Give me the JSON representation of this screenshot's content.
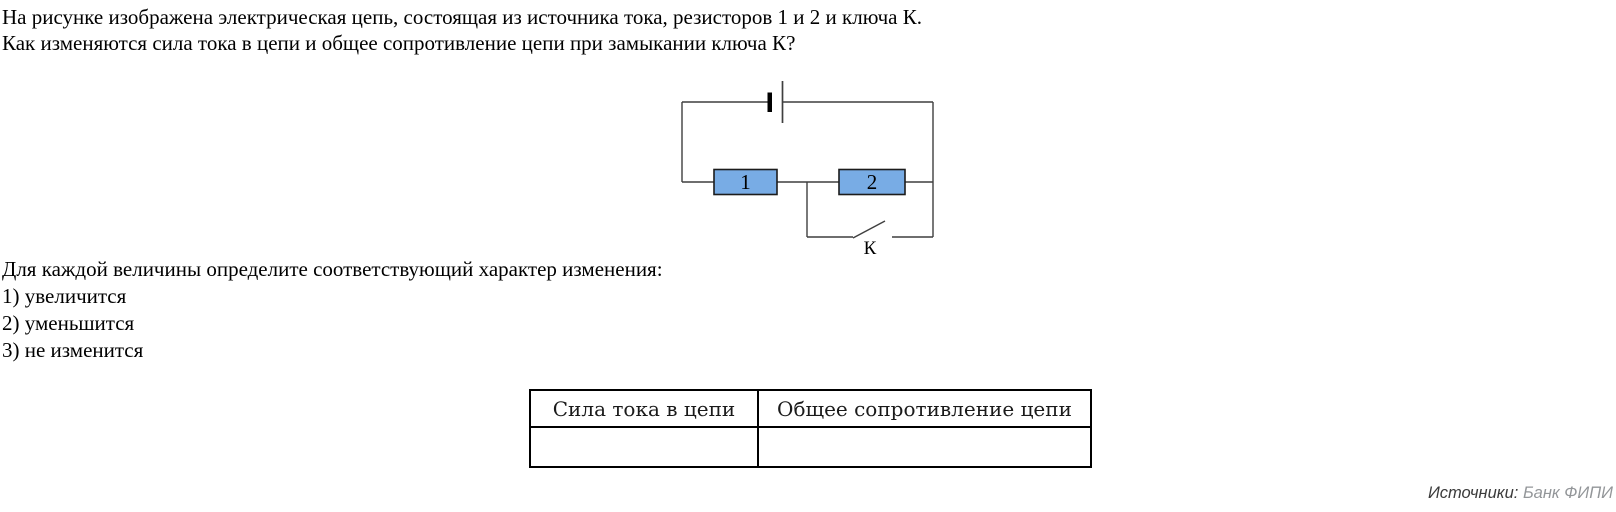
{
  "problem": {
    "line1": "На рисунке изображена электрическая цепь, состоящая из источника тока, резисторов 1 и 2 и ключа К.",
    "line2": "Как изменяются сила тока в цепи и общее сопротивление цепи при замыкании ключа К?"
  },
  "circuit": {
    "resistor1_label": "1",
    "resistor2_label": "2",
    "switch_label": "К",
    "resistor_fill": "#78ACE5",
    "resistor_border": "#1c1c1c",
    "wire_color": "#3f3f3f"
  },
  "instructions": {
    "intro": "Для каждой величины определите соответствующий характер изменения:",
    "options": [
      "1) увеличится",
      "2) уменьшится",
      "3) не изменится"
    ]
  },
  "table": {
    "headers": [
      "Сила тока в цепи",
      "Общее сопротивление цепи"
    ],
    "row": [
      "",
      ""
    ]
  },
  "footer": {
    "label": "Источники:",
    "source": "Банк ФИПИ"
  }
}
